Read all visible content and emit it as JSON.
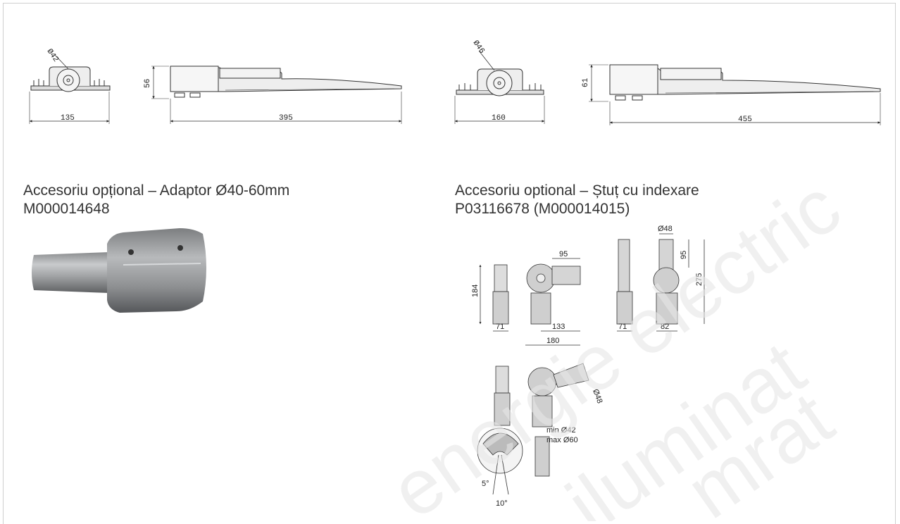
{
  "drawing_a": {
    "dim_diameter": "Ø42",
    "dim_height": "56",
    "dim_width": "135",
    "dim_length": "395"
  },
  "drawing_b": {
    "dim_diameter": "Ø46",
    "dim_height": "61",
    "dim_width": "160",
    "dim_length": "455"
  },
  "accessory_1": {
    "title": "Accesoriu opțional – Adaptor Ø40-60mm",
    "code": "M000014648"
  },
  "accessory_2": {
    "title": "Accesoriu optional – Ștuț cu indexare",
    "code": "P03116678 (M000014015)"
  },
  "spigot_dims": {
    "d95a": "95",
    "d184": "184",
    "d71a": "71",
    "d133": "133",
    "d180": "180",
    "d48top": "Ø48",
    "d95b": "95",
    "d275": "275",
    "d71b": "71",
    "d82": "82",
    "d48side": "Ø48",
    "min_label": "min Ø42",
    "max_label": "max Ø60",
    "a5": "5°",
    "a10": "10°"
  },
  "watermark": {
    "line1": "energie electric",
    "line2": "iluminat",
    "line3": "mrat",
    "color": "#e6e6e6"
  }
}
